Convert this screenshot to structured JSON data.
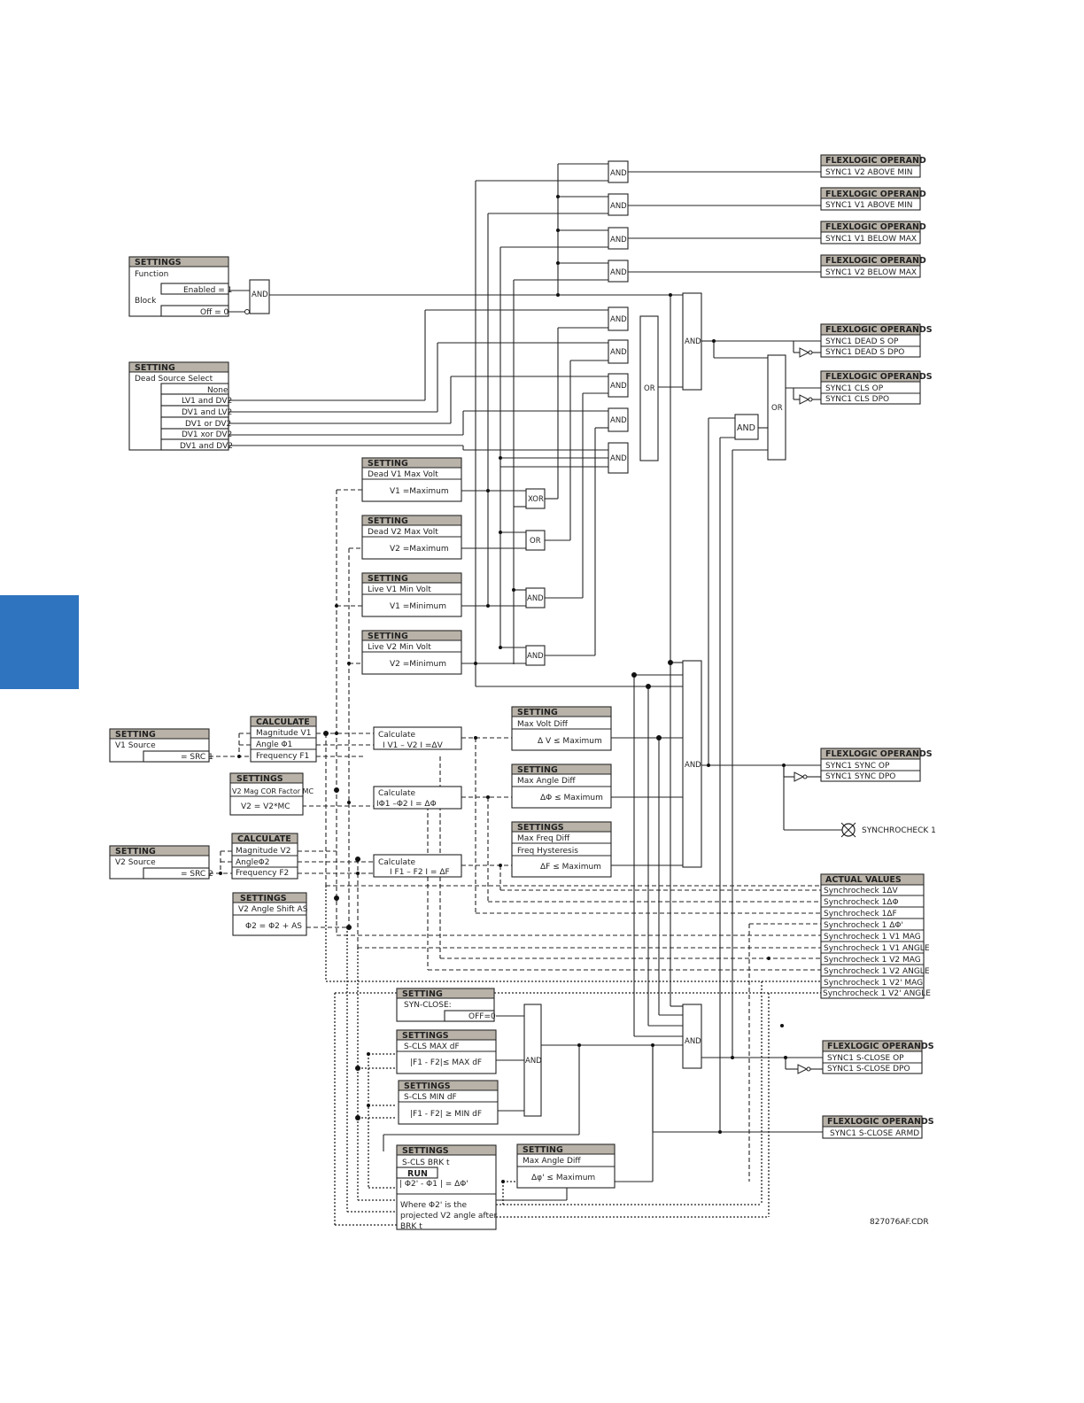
{
  "diagram_id": "827076AF.CDR",
  "gates": {
    "and": "AND",
    "or": "OR",
    "xor": "XOR"
  },
  "blocks": {
    "function_settings": {
      "header": "SETTINGS",
      "title": "Function",
      "enabled": "Enabled = 1",
      "block": "Block",
      "off": "Off = 0"
    },
    "dead_source": {
      "header": "SETTING",
      "title": "Dead Source Select",
      "options": [
        "None",
        "LV1 and DV2",
        "DV1 and LV2",
        "DV1 or DV2",
        "DV1 xor DV2",
        "DV1 and DV2"
      ]
    },
    "dead_v1": {
      "header": "SETTING",
      "title": "Dead V1 Max Volt",
      "expr": "V1 =Maximum"
    },
    "dead_v2": {
      "header": "SETTING",
      "title": "Dead V2 Max Volt",
      "expr": "V2 =Maximum"
    },
    "live_v1": {
      "header": "SETTING",
      "title": "Live V1 Min Volt",
      "expr": "V1 =Minimum"
    },
    "live_v2": {
      "header": "SETTING",
      "title": "Live V2 Min Volt",
      "expr": "V2 =Minimum"
    },
    "v1_source": {
      "header": "SETTING",
      "title": "V1 Source",
      "value": "= SRC 1"
    },
    "calc_v1": {
      "header": "CALCULATE",
      "rows": [
        "Magnitude V1",
        "Angle Φ1",
        "Frequency F1"
      ]
    },
    "v2_mag_cor": {
      "header": "SETTINGS",
      "title": "V2 Mag COR Factor MC",
      "expr": "V2 = V2*MC"
    },
    "v2_source": {
      "header": "SETTING",
      "title": "V2 Source",
      "value": "= SRC 2"
    },
    "calc_v2": {
      "header": "CALCULATE",
      "rows": [
        "Magnitude V2",
        "AngleΦ2",
        "Frequency F2"
      ]
    },
    "v2_angle_shift": {
      "header": "SETTINGS",
      "title": "V2 Angle Shift AS",
      "expr": "Φ2 = Φ2 + AS"
    },
    "calc_dv": {
      "line1": "Calculate",
      "line2": "I V1 – V2 I =ΔV"
    },
    "calc_dphi": {
      "line1": "Calculate",
      "line2": "IΦ1  –Φ2 I  = ΔΦ"
    },
    "calc_df": {
      "line1": "Calculate",
      "line2": "I F1 – F2 I = ΔF"
    },
    "max_volt_diff": {
      "header": "SETTING",
      "title": "Max Volt Diff",
      "expr": "Δ V ≤ Maximum"
    },
    "max_angle_diff": {
      "header": "SETTING",
      "title": "Max Angle Diff",
      "expr": "ΔΦ ≤ Maximum"
    },
    "max_freq_diff": {
      "header": "SETTINGS",
      "title": "Max Freq Diff",
      "title2": "Freq Hysteresis",
      "expr": "ΔF ≤ Maximum"
    },
    "syn_close": {
      "header": "SETTING",
      "title": "SYN-CLOSE:",
      "value": "OFF=0"
    },
    "scls_max_df": {
      "header": "SETTINGS",
      "title": "S-CLS MAX dF",
      "expr": "|F1 - F2|≤ MAX dF"
    },
    "scls_min_df": {
      "header": "SETTINGS",
      "title": "S-CLS MIN dF",
      "expr": "|F1 - F2| ≥ MIN dF"
    },
    "scls_brk": {
      "header": "SETTINGS",
      "title": "S-CLS BRK t",
      "run": "RUN",
      "expr": "| Φ2' - Φ1 | = ΔΦ'",
      "note": [
        "Where Φ2' is the",
        "projected V2 angle after",
        "BRK t"
      ]
    },
    "max_angle_diff2": {
      "header": "SETTING",
      "title": "Max Angle Diff",
      "expr": "Δφ' ≤ Maximum"
    }
  },
  "outputs": {
    "op1": {
      "header": "FLEXLOGIC OPERAND",
      "items": [
        "SYNC1 V2 ABOVE MIN"
      ]
    },
    "op2": {
      "header": "FLEXLOGIC OPERAND",
      "items": [
        "SYNC1 V1 ABOVE MIN"
      ]
    },
    "op3": {
      "header": "FLEXLOGIC OPERAND",
      "items": [
        "SYNC1 V1 BELOW MAX"
      ]
    },
    "op4": {
      "header": "FLEXLOGIC OPERAND",
      "items": [
        "SYNC1 V2 BELOW MAX"
      ]
    },
    "dead": {
      "header": "FLEXLOGIC OPERANDS",
      "items": [
        "SYNC1 DEAD S OP",
        "SYNC1 DEAD S DPO"
      ]
    },
    "cls": {
      "header": "FLEXLOGIC OPERANDS",
      "items": [
        "SYNC1 CLS OP",
        "SYNC1 CLS DPO"
      ]
    },
    "sync": {
      "header": "FLEXLOGIC OPERANDS",
      "items": [
        "SYNC1 SYNC OP",
        "SYNC1 SYNC DPO"
      ]
    },
    "synchrocheck_label": "SYNCHROCHECK 1",
    "actual_values": {
      "header": "ACTUAL VALUES",
      "items": [
        "Synchrocheck 1ΔV",
        "Synchrocheck 1ΔΦ",
        "Synchrocheck 1ΔF",
        "Synchrocheck 1 ΔΦ'",
        "Synchrocheck 1 V1 MAG",
        "Synchrocheck 1 V1 ANGLE",
        "Synchrocheck 1 V2 MAG",
        "Synchrocheck 1 V2 ANGLE",
        "Synchrocheck 1 V2' MAG",
        "Synchrocheck 1 V2' ANGLE"
      ]
    },
    "sclose": {
      "header": "FLEXLOGIC OPERANDS",
      "items": [
        "SYNC1 S-CLOSE OP",
        "SYNC1 S-CLOSE DPO"
      ]
    },
    "sclose_armd": {
      "header": "FLEXLOGIC OPERANDS",
      "items": [
        "SYNC1 S-CLOSE ARMD"
      ]
    }
  }
}
